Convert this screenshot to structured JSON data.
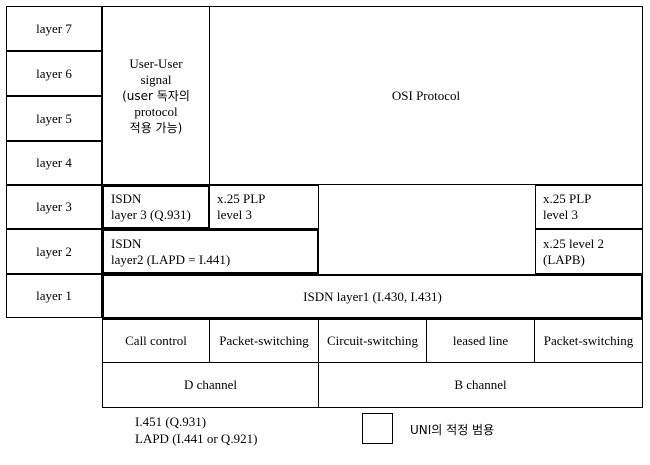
{
  "layers": [
    "layer 7",
    "layer 6",
    "layer 5",
    "layer 4",
    "layer 3",
    "layer 2",
    "layer 1"
  ],
  "user_user": [
    "User-User",
    "signal",
    "(user 독자의",
    "protocol",
    "적용 가능)"
  ],
  "osi": "OSI Protocol",
  "isdn_l3": [
    "ISDN",
    "layer 3 (Q.931)"
  ],
  "x25_plp_left": [
    "x.25 PLP",
    "level 3"
  ],
  "x25_plp_right": [
    "x.25 PLP",
    "level 3"
  ],
  "isdn_l2": [
    "ISDN",
    "layer2 (LAPD = I.441)"
  ],
  "x25_l2": [
    "x.25 level 2",
    "(LAPB)"
  ],
  "isdn_l1": "ISDN layer1 (I.430,  I.431)",
  "services": [
    "Call control",
    "Packet-switching",
    "Circuit-switching",
    "leased line",
    "Packet-switching"
  ],
  "channels": [
    "D channel",
    "B channel"
  ],
  "notes": [
    "I.451 (Q.931)",
    "LAPD (I.441 or Q.921)"
  ],
  "legend": "UNI의 적정 범용"
}
